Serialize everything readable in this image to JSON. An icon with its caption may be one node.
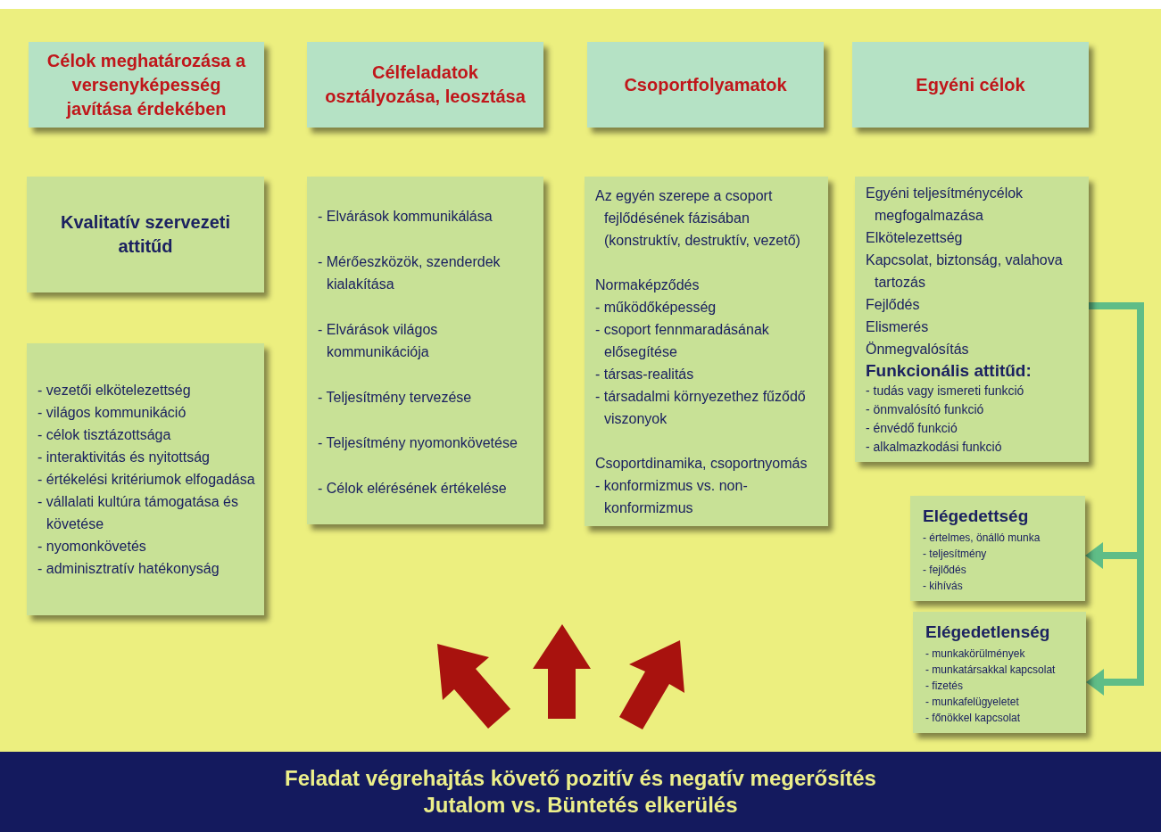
{
  "diagram": {
    "nodes": [
      {
        "text": [
          "Célok meghatározása a versenyképesség javítása érdekében"
        ]
      },
      {
        "text": [
          "Célfeladatok osztályozása, leosztása"
        ]
      },
      {
        "text": [
          "Csoportfolyamatok"
        ]
      },
      {
        "text": [
          "Egyéni célok"
        ]
      },
      {
        "text": [
          "Kvalitatív szervezeti attitűd"
        ]
      },
      {
        "text": [
          "- vezetői elkötelezettség",
          "- világos kommunikáció",
          "- célok tisztázottsága",
          "- interaktivitás és nyitottság",
          "- értékelési kritériumok elfogadása",
          "- vállalati kultúra támogatása és követése",
          "- nyomonkövetés",
          "- adminisztratív hatékonyság"
        ]
      },
      {
        "text": [
          "- Elvárások kommunikálása",
          "- Mérőeszközök, szenderdek kialakítása",
          "- Elvárások világos kommunikációja",
          "- Teljesítmény tervezése",
          "- Teljesítmény nyomonkövetése",
          "- Célok elérésének értékelése"
        ]
      },
      {
        "text": [
          "Az egyén szerepe a csoport fejlődésének fázisában (konstruktív, destruktív, vezető)",
          "Normaképződés",
          "- működőképesség",
          "- csoport fennmaradásának elősegítése",
          "- társas-realitás",
          "- társadalmi környezethez fűződő viszonyok",
          "Csoportdinamika, csoportnyomás",
          "- konformizmus vs. non-konformizmus"
        ]
      },
      {
        "text": [
          "Egyéni teljesítménycélok megfogalmazása",
          "Elkötelezettség",
          "Kapcsolat, biztonság, valahova tartozás",
          "Fejlődés",
          "Elismerés",
          "Önmegvalósítás",
          "Funkcionális attitűd:",
          "- tudás vagy ismereti funkció",
          "- önmvalósító funkció",
          "- énvédő funkció",
          "- alkalmazkodási funkció"
        ]
      },
      {
        "text": [
          "Elégedettség",
          "- értelmes, önálló munka",
          "- teljesítmény",
          "- fejlődés",
          "- kihívás"
        ]
      },
      {
        "text": [
          "Elégedetlenség",
          "- munkakörülmények",
          "- munkatársakkal kapcsolat",
          "- fizetés",
          "- munkafelügyeletet",
          "- főnökkel kapcsolat"
        ]
      },
      {
        "text": [
          "Feladat végrehajtás követő pozitív és negatív megerősítés",
          "Jutalom vs. Büntetés elkerülés"
        ]
      }
    ],
    "edges": [
      {
        "from": 8,
        "to": 9,
        "arrow": "to"
      },
      {
        "from": 8,
        "to": 10,
        "arrow": "to"
      }
    ]
  }
}
